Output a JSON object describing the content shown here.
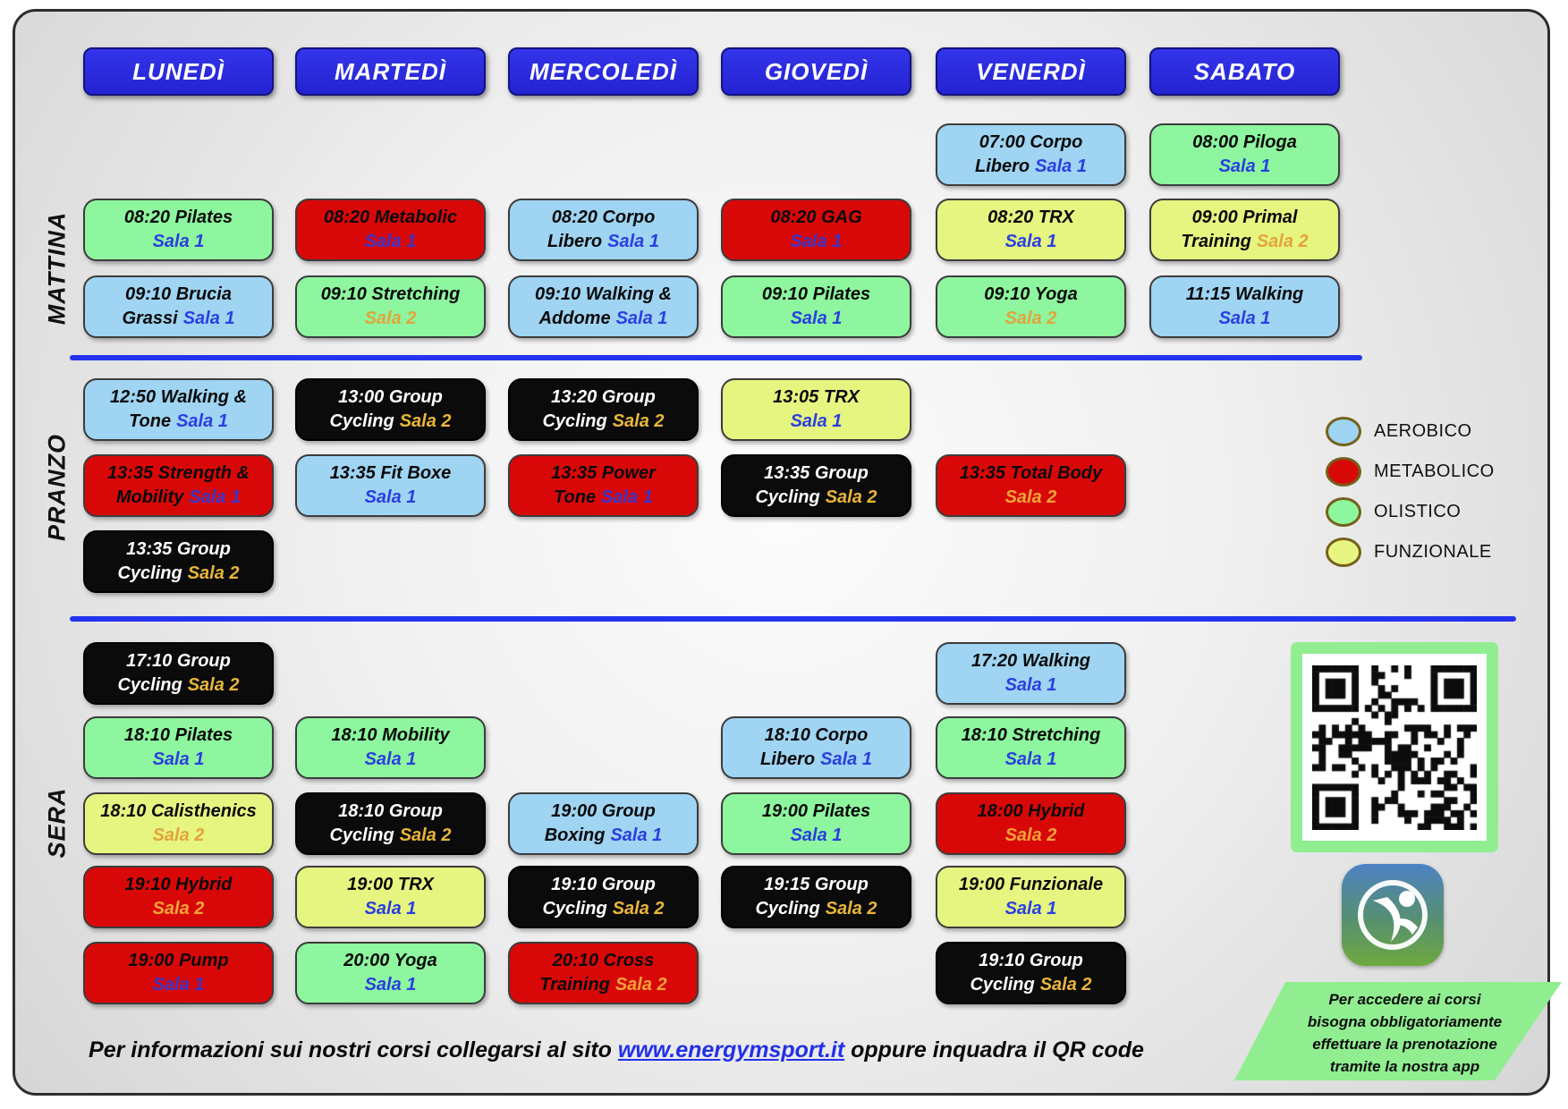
{
  "days": [
    "LUNEDÌ",
    "MARTEDÌ",
    "MERCOLEDÌ",
    "GIOVEDÌ",
    "VENERDÌ",
    "SABATO"
  ],
  "sections": [
    "MATTINA",
    "PRANZO",
    "SERA"
  ],
  "legend": [
    {
      "label": "AEROBICO",
      "type": "aerobico"
    },
    {
      "label": "METABOLICO",
      "type": "metabolico"
    },
    {
      "label": "OLISTICO",
      "type": "olistico"
    },
    {
      "label": "FUNZIONALE",
      "type": "funzionale"
    }
  ],
  "colors": {
    "aerobico": "#9fd4f2",
    "metabolico": "#d90808",
    "olistico": "#8df69e",
    "funzionale": "#e6f580",
    "cycling": "#0b0b0b",
    "header_blue": "#2a2ae0",
    "divider_blue": "#2533ee",
    "sala1_text": "#2b3fe0",
    "sala2_text": "#e2a43c",
    "note_green": "#90ee90"
  },
  "schedule": [
    {
      "d": 4,
      "r": 0,
      "type": "aerobico",
      "l1": "07:00 Corpo",
      "l2": "Libero",
      "sala": "Sala 1"
    },
    {
      "d": 5,
      "r": 0,
      "type": "olistico",
      "l1": "08:00 Piloga",
      "l2": "",
      "sala": "Sala 1"
    },
    {
      "d": 0,
      "r": 1,
      "type": "olistico",
      "l1": "08:20 Pilates",
      "l2": "",
      "sala": "Sala 1"
    },
    {
      "d": 1,
      "r": 1,
      "type": "metabolico",
      "l1": "08:20 Metabolic",
      "l2": "",
      "sala": "Sala 1"
    },
    {
      "d": 2,
      "r": 1,
      "type": "aerobico",
      "l1": "08:20 Corpo",
      "l2": "Libero",
      "sala": "Sala 1"
    },
    {
      "d": 3,
      "r": 1,
      "type": "metabolico",
      "l1": "08:20 GAG",
      "l2": "",
      "sala": "Sala 1"
    },
    {
      "d": 4,
      "r": 1,
      "type": "funzionale",
      "l1": "08:20 TRX",
      "l2": "",
      "sala": "Sala 1"
    },
    {
      "d": 5,
      "r": 1,
      "type": "funzionale",
      "l1": "09:00 Primal",
      "l2": "Training",
      "sala": "Sala 2"
    },
    {
      "d": 0,
      "r": 2,
      "type": "aerobico",
      "l1": "09:10 Brucia",
      "l2": "Grassi",
      "sala": "Sala 1"
    },
    {
      "d": 1,
      "r": 2,
      "type": "olistico",
      "l1": "09:10 Stretching",
      "l2": "",
      "sala": "Sala 2"
    },
    {
      "d": 2,
      "r": 2,
      "type": "aerobico",
      "l1": "09:10 Walking &",
      "l2": "Addome",
      "sala": "Sala 1"
    },
    {
      "d": 3,
      "r": 2,
      "type": "olistico",
      "l1": "09:10 Pilates",
      "l2": "",
      "sala": "Sala 1"
    },
    {
      "d": 4,
      "r": 2,
      "type": "olistico",
      "l1": "09:10 Yoga",
      "l2": "",
      "sala": "Sala 2"
    },
    {
      "d": 5,
      "r": 2,
      "type": "aerobico",
      "l1": "11:15 Walking",
      "l2": "",
      "sala": "Sala 1"
    },
    {
      "d": 0,
      "r": 3,
      "type": "aerobico",
      "l1": "12:50 Walking &",
      "l2": "Tone",
      "sala": "Sala 1"
    },
    {
      "d": 1,
      "r": 3,
      "type": "cycling",
      "l1": "13:00 Group",
      "l2": "Cycling",
      "sala": "Sala 2"
    },
    {
      "d": 2,
      "r": 3,
      "type": "cycling",
      "l1": "13:20 Group",
      "l2": "Cycling",
      "sala": "Sala 2"
    },
    {
      "d": 3,
      "r": 3,
      "type": "funzionale",
      "l1": "13:05 TRX",
      "l2": "",
      "sala": "Sala 1"
    },
    {
      "d": 0,
      "r": 4,
      "type": "metabolico",
      "l1": "13:35 Strength &",
      "l2": "Mobility",
      "sala": "Sala 1"
    },
    {
      "d": 1,
      "r": 4,
      "type": "aerobico",
      "l1": "13:35 Fit Boxe",
      "l2": "",
      "sala": "Sala 1"
    },
    {
      "d": 2,
      "r": 4,
      "type": "metabolico",
      "l1": "13:35 Power",
      "l2": "Tone",
      "sala": "Sala 1"
    },
    {
      "d": 3,
      "r": 4,
      "type": "cycling",
      "l1": "13:35 Group",
      "l2": "Cycling",
      "sala": "Sala 2"
    },
    {
      "d": 4,
      "r": 4,
      "type": "metabolico",
      "l1": "13:35 Total Body",
      "l2": "",
      "sala": "Sala 2"
    },
    {
      "d": 0,
      "r": 5,
      "type": "cycling",
      "l1": "13:35 Group",
      "l2": "Cycling",
      "sala": "Sala 2"
    },
    {
      "d": 0,
      "r": 6,
      "type": "cycling",
      "l1": "17:10 Group",
      "l2": "Cycling",
      "sala": "Sala 2"
    },
    {
      "d": 4,
      "r": 6,
      "type": "aerobico",
      "l1": "17:20 Walking",
      "l2": "",
      "sala": "Sala 1"
    },
    {
      "d": 0,
      "r": 7,
      "type": "olistico",
      "l1": "18:10 Pilates",
      "l2": "",
      "sala": "Sala 1"
    },
    {
      "d": 1,
      "r": 7,
      "type": "olistico",
      "l1": "18:10 Mobility",
      "l2": "",
      "sala": "Sala 1"
    },
    {
      "d": 3,
      "r": 7,
      "type": "aerobico",
      "l1": "18:10 Corpo",
      "l2": "Libero",
      "sala": "Sala 1"
    },
    {
      "d": 4,
      "r": 7,
      "type": "olistico",
      "l1": "18:10 Stretching",
      "l2": "",
      "sala": "Sala 1"
    },
    {
      "d": 0,
      "r": 8,
      "type": "funzionale",
      "l1": "18:10 Calisthenics",
      "l2": "",
      "sala": "Sala 2"
    },
    {
      "d": 1,
      "r": 8,
      "type": "cycling",
      "l1": "18:10 Group",
      "l2": "Cycling",
      "sala": "Sala 2"
    },
    {
      "d": 2,
      "r": 8,
      "type": "aerobico",
      "l1": "19:00 Group",
      "l2": "Boxing",
      "sala": "Sala 1"
    },
    {
      "d": 3,
      "r": 8,
      "type": "olistico",
      "l1": "19:00 Pilates",
      "l2": "",
      "sala": "Sala 1"
    },
    {
      "d": 4,
      "r": 8,
      "type": "metabolico",
      "l1": "18:00 Hybrid",
      "l2": "",
      "sala": "Sala 2"
    },
    {
      "d": 0,
      "r": 9,
      "type": "metabolico",
      "l1": "19:10 Hybrid",
      "l2": "",
      "sala": "Sala 2"
    },
    {
      "d": 1,
      "r": 9,
      "type": "funzionale",
      "l1": "19:00 TRX",
      "l2": "",
      "sala": "Sala 1"
    },
    {
      "d": 2,
      "r": 9,
      "type": "cycling",
      "l1": "19:10 Group",
      "l2": "Cycling",
      "sala": "Sala 2"
    },
    {
      "d": 3,
      "r": 9,
      "type": "cycling",
      "l1": "19:15 Group",
      "l2": "Cycling",
      "sala": "Sala 2"
    },
    {
      "d": 4,
      "r": 9,
      "type": "funzionale",
      "l1": "19:00 Funzionale",
      "l2": "",
      "sala": "Sala 1"
    },
    {
      "d": 0,
      "r": 10,
      "type": "metabolico",
      "l1": "19:00 Pump",
      "l2": "",
      "sala": "Sala 1"
    },
    {
      "d": 1,
      "r": 10,
      "type": "olistico",
      "l1": "20:00 Yoga",
      "l2": "",
      "sala": "Sala 1"
    },
    {
      "d": 2,
      "r": 10,
      "type": "metabolico",
      "l1": "20:10 Cross",
      "l2": "Training",
      "sala": "Sala 2"
    },
    {
      "d": 4,
      "r": 10,
      "type": "cycling",
      "l1": "19:10 Group",
      "l2": "Cycling",
      "sala": "Sala 2"
    }
  ],
  "bottom_info": {
    "pre": "Per informazioni sui nostri corsi collegarsi al sito ",
    "link": "www.energymsport.it",
    "post": " oppure inquadra il QR code"
  },
  "note": {
    "lines": [
      "Per accedere ai corsi",
      "bisogna obbligatoriamente",
      "effettuare la prenotazione",
      "tramite la nostra app"
    ]
  }
}
